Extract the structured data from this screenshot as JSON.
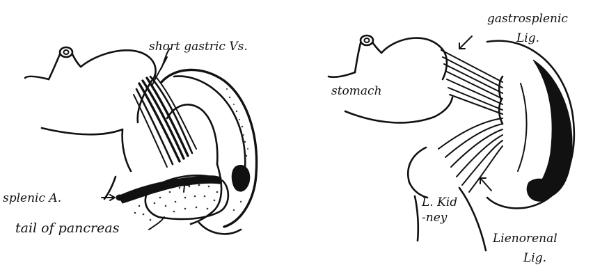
{
  "left_figure": {
    "labels": {
      "short_gastric": "short gastric Vs.",
      "splenic_artery": "splenic A.",
      "tail_of_pancreas": "tail of pancreas"
    }
  },
  "right_figure": {
    "labels": {
      "gastrosplenic_line1": "gastrosplenic",
      "gastrosplenic_line2": "Lig.",
      "stomach": "stomach",
      "kidney_line1": "L. Kid",
      "kidney_line2": "-ney",
      "lienorenal_line1": "Lienorenal",
      "lienorenal_line2": "Lig."
    }
  },
  "colors": {
    "ink": "#111111",
    "paper": "#ffffff"
  }
}
